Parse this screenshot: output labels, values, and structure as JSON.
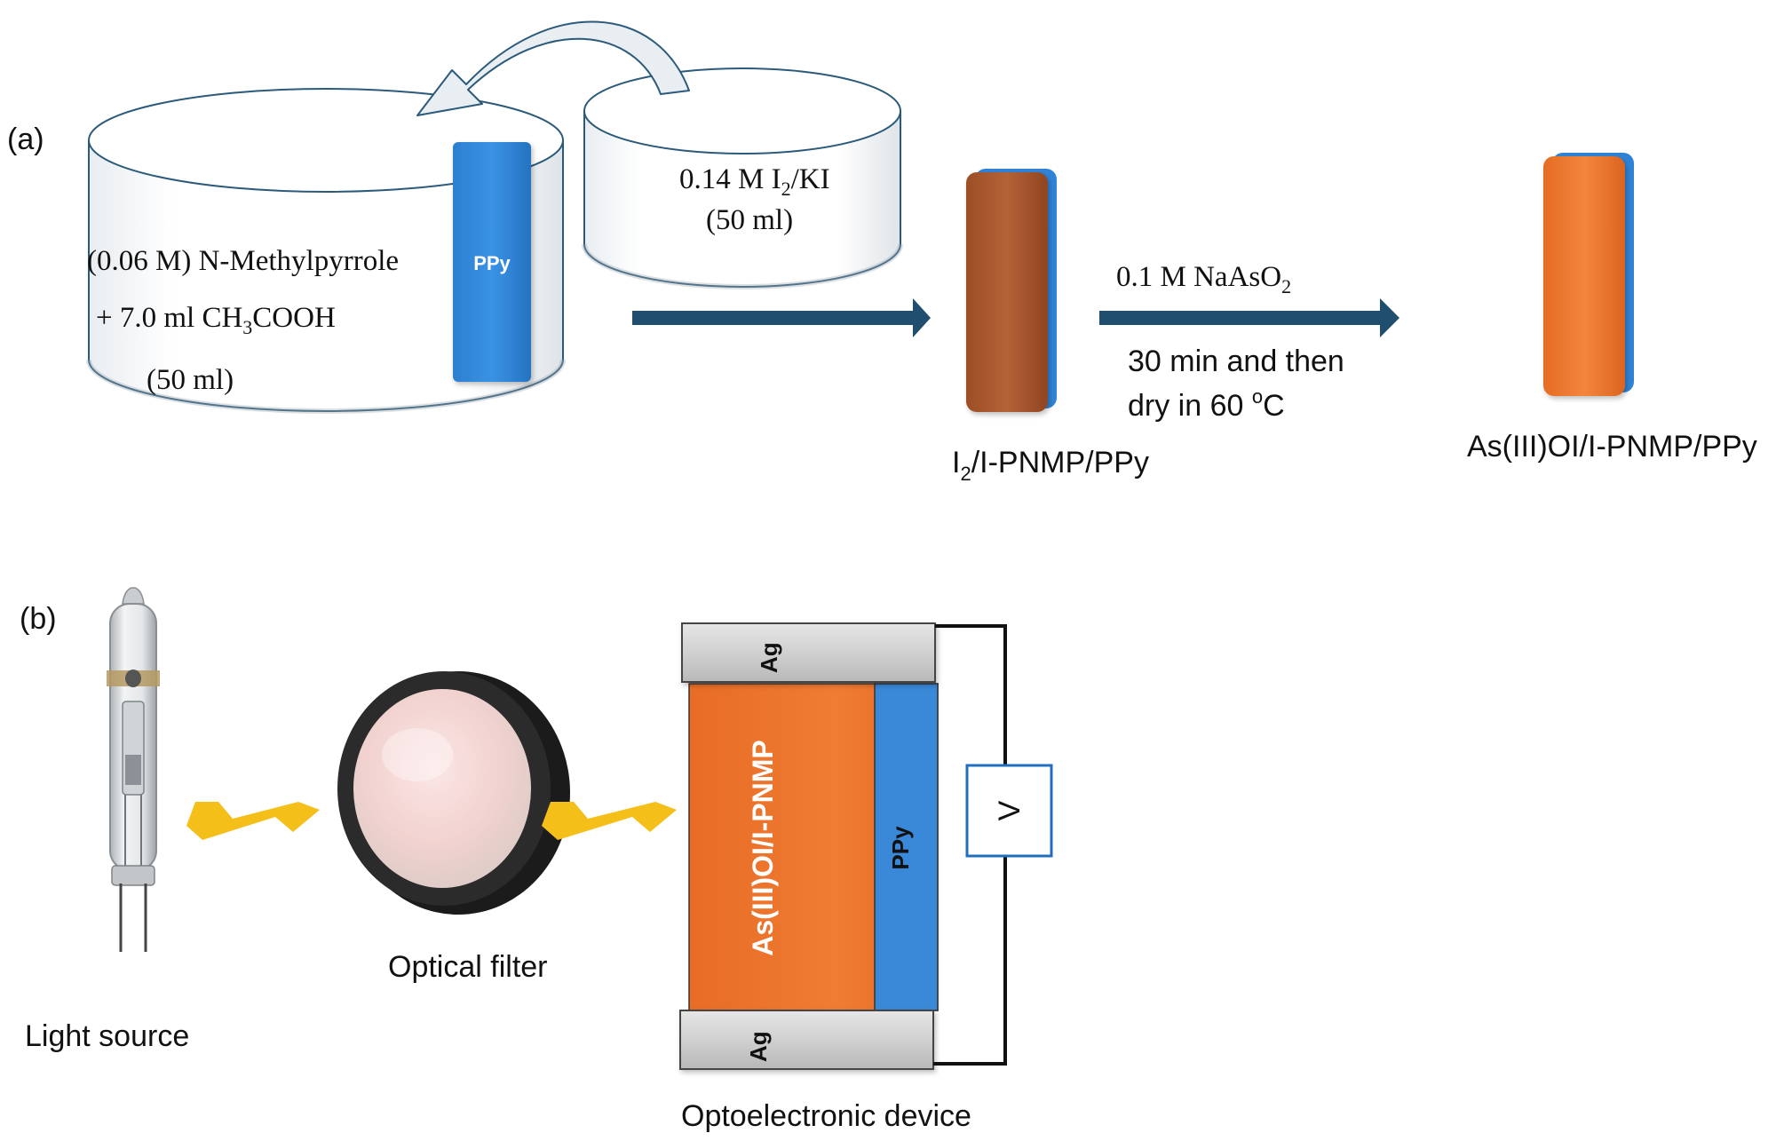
{
  "panel_a": {
    "label": "(a)",
    "beaker1": {
      "line1": "(0.06 M) N-Methylpyrrole",
      "line2_prefix": "+ 7.0 ml CH",
      "line2_sub": "3",
      "line2_suffix": "COOH",
      "line3": "(50 ml)",
      "electrode_label": "PPy"
    },
    "beaker2": {
      "line1_prefix": "0.14 M I",
      "line1_sub": "2",
      "line1_suffix": "/KI",
      "line2": "(50 ml)"
    },
    "product1": {
      "label_prefix": "I",
      "label_sub": "2",
      "label_suffix": "/I-PNMP/PPy"
    },
    "step2": {
      "reagent_prefix": "0.1 M NaAsO",
      "reagent_sub": "2",
      "cond_line1": "30 min and then",
      "cond_line2_prefix": "dry in 60 ",
      "cond_line2_sup": "o",
      "cond_line2_suffix": "C"
    },
    "product2": {
      "label": "As(III)OI/I-PNMP/PPy"
    }
  },
  "panel_b": {
    "label": "(b)",
    "light_source": "Light source",
    "optical_filter": "Optical filter",
    "device": {
      "caption": "Optoelectronic device",
      "top_contact": "Ag",
      "bottom_contact": "Ag",
      "active_layer": "As(III)OI/I-PNMP",
      "ppy_layer": "PPy",
      "meter": "V"
    }
  },
  "colors": {
    "arrow": "#1f4e6e",
    "ppy_blue": "#2f83d6",
    "brown": "#a9582e",
    "orange": "#ee7a30",
    "lightning": "#f4bf19",
    "silver": "#cfcfcf"
  }
}
